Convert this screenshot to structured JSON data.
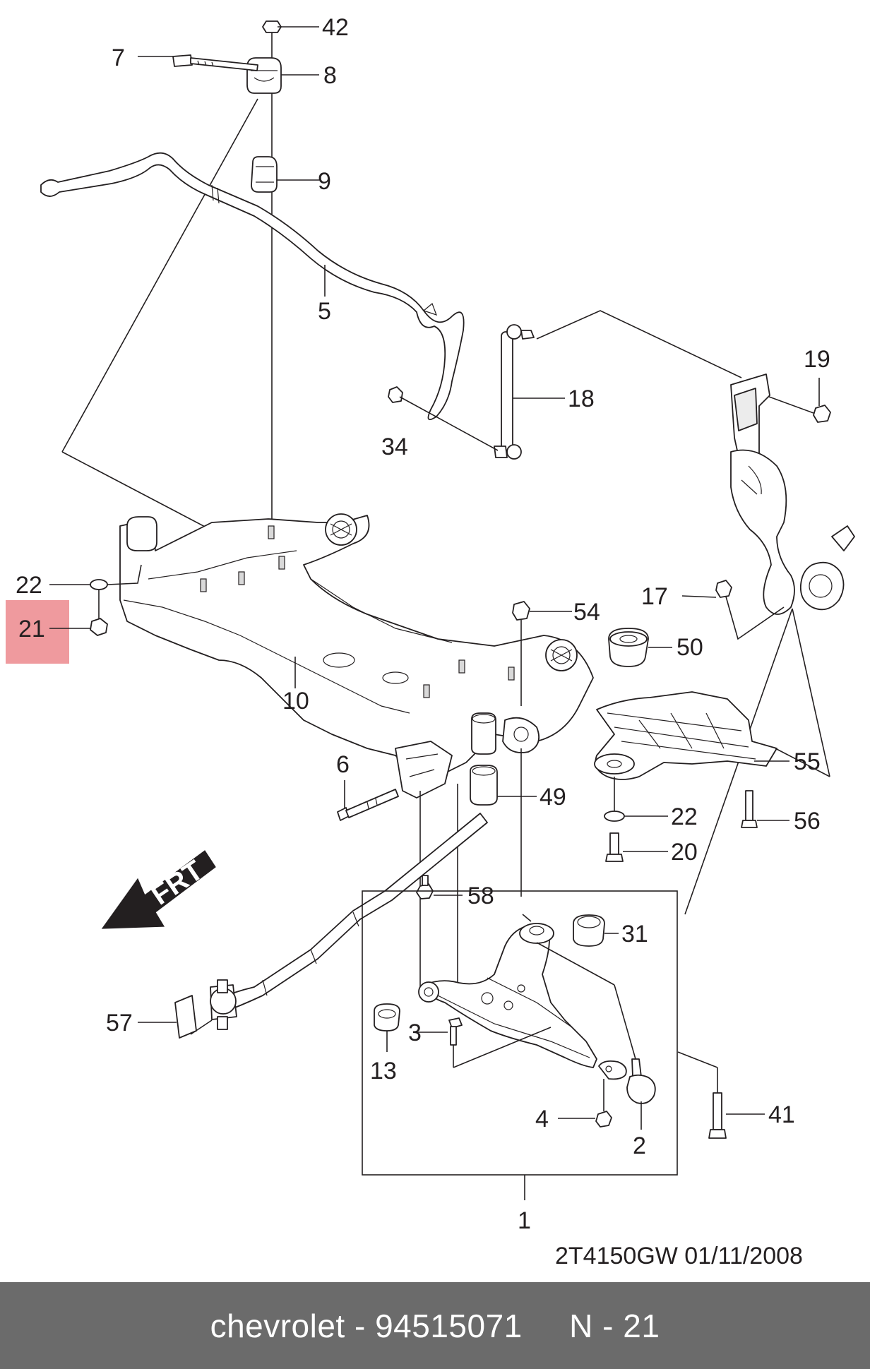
{
  "diagram": {
    "callouts": {
      "c42": "42",
      "c7": "7",
      "c8": "8",
      "c9": "9",
      "c5": "5",
      "c18": "18",
      "c19": "19",
      "c34": "34",
      "c22a": "22",
      "c21": "21",
      "c10": "10",
      "c17": "17",
      "c54": "54",
      "c50": "50",
      "c6": "6",
      "c49": "49",
      "c55": "55",
      "c22b": "22",
      "c56": "56",
      "c20": "20",
      "c58": "58",
      "c31": "31",
      "c57": "57",
      "c3": "3",
      "c13": "13",
      "c4": "4",
      "c41": "41",
      "c2": "2",
      "c1": "1"
    },
    "highlighted_part": "21",
    "highlight_color": "#ef9a9e",
    "direction_arrow": "FRT",
    "doc_code": "2T4150GW 01/11/2008"
  },
  "footer": {
    "text": "chevrolet - 94515071     N - 21",
    "background": "#6b6b6b"
  }
}
